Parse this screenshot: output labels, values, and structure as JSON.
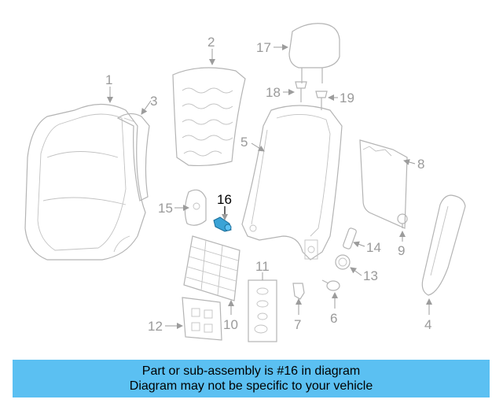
{
  "diagram": {
    "highlight_color": "#3aa3d6",
    "highlighted_part": "16",
    "callouts": [
      "1",
      "2",
      "3",
      "4",
      "5",
      "6",
      "7",
      "8",
      "9",
      "10",
      "11",
      "12",
      "13",
      "14",
      "15",
      "16",
      "17",
      "18",
      "19"
    ]
  },
  "banner": {
    "background": "#5bc0f2",
    "line1": "Part or sub-assembly is #16 in diagram",
    "line2": "Diagram may not be specific to your vehicle"
  }
}
